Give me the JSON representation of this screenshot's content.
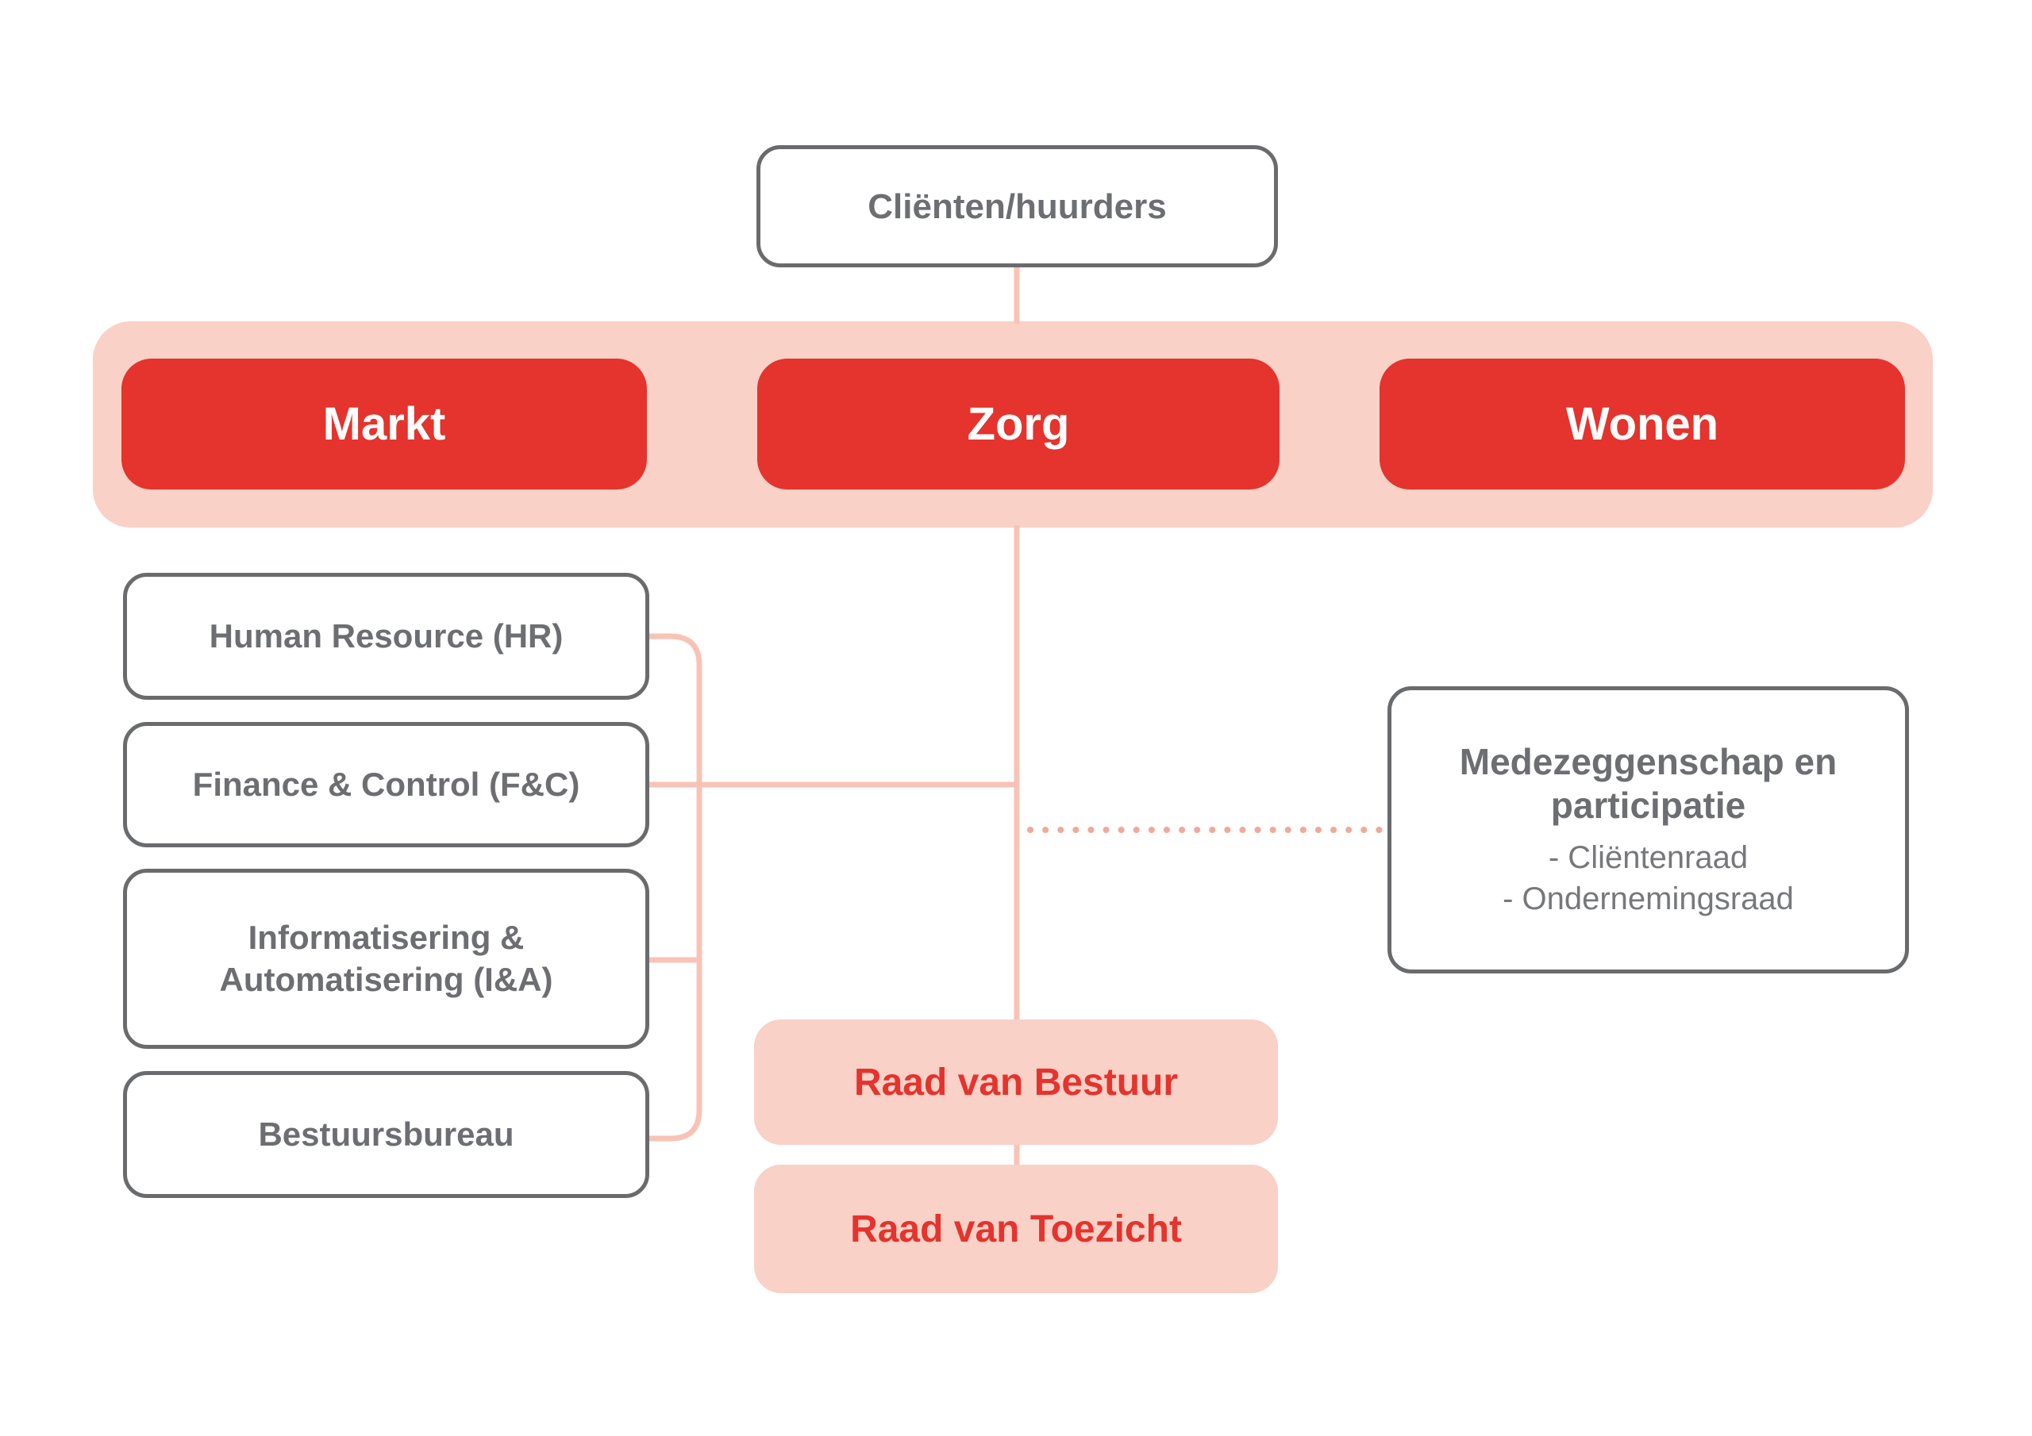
{
  "theme": {
    "red": "#e5332d",
    "pink": "#f9d1c7",
    "line": "#f8c3b6",
    "dot": "#f0a99d",
    "border": "#6a6b6d",
    "text": "#6d6e71",
    "muted": "#77787b"
  },
  "nodes": {
    "clients": {
      "label": "Cliënten/huurders"
    },
    "markt": {
      "label": "Markt"
    },
    "zorg": {
      "label": "Zorg"
    },
    "wonen": {
      "label": "Wonen"
    },
    "hr": {
      "label": "Human Resource (HR)"
    },
    "fc": {
      "label": "Finance & Control (F&C)"
    },
    "ia": {
      "label": "Informatisering & Automatisering (I&A)"
    },
    "bestuursbureau": {
      "label": "Bestuursbureau"
    },
    "medezeggenschap": {
      "title": "Medezeggenschap en participatie",
      "items": [
        "- Cliëntenraad",
        "- Ondernemingsraad"
      ]
    },
    "raad_van_bestuur": {
      "label": "Raad van Bestuur"
    },
    "raad_van_toezicht": {
      "label": "Raad van Toezicht"
    }
  }
}
